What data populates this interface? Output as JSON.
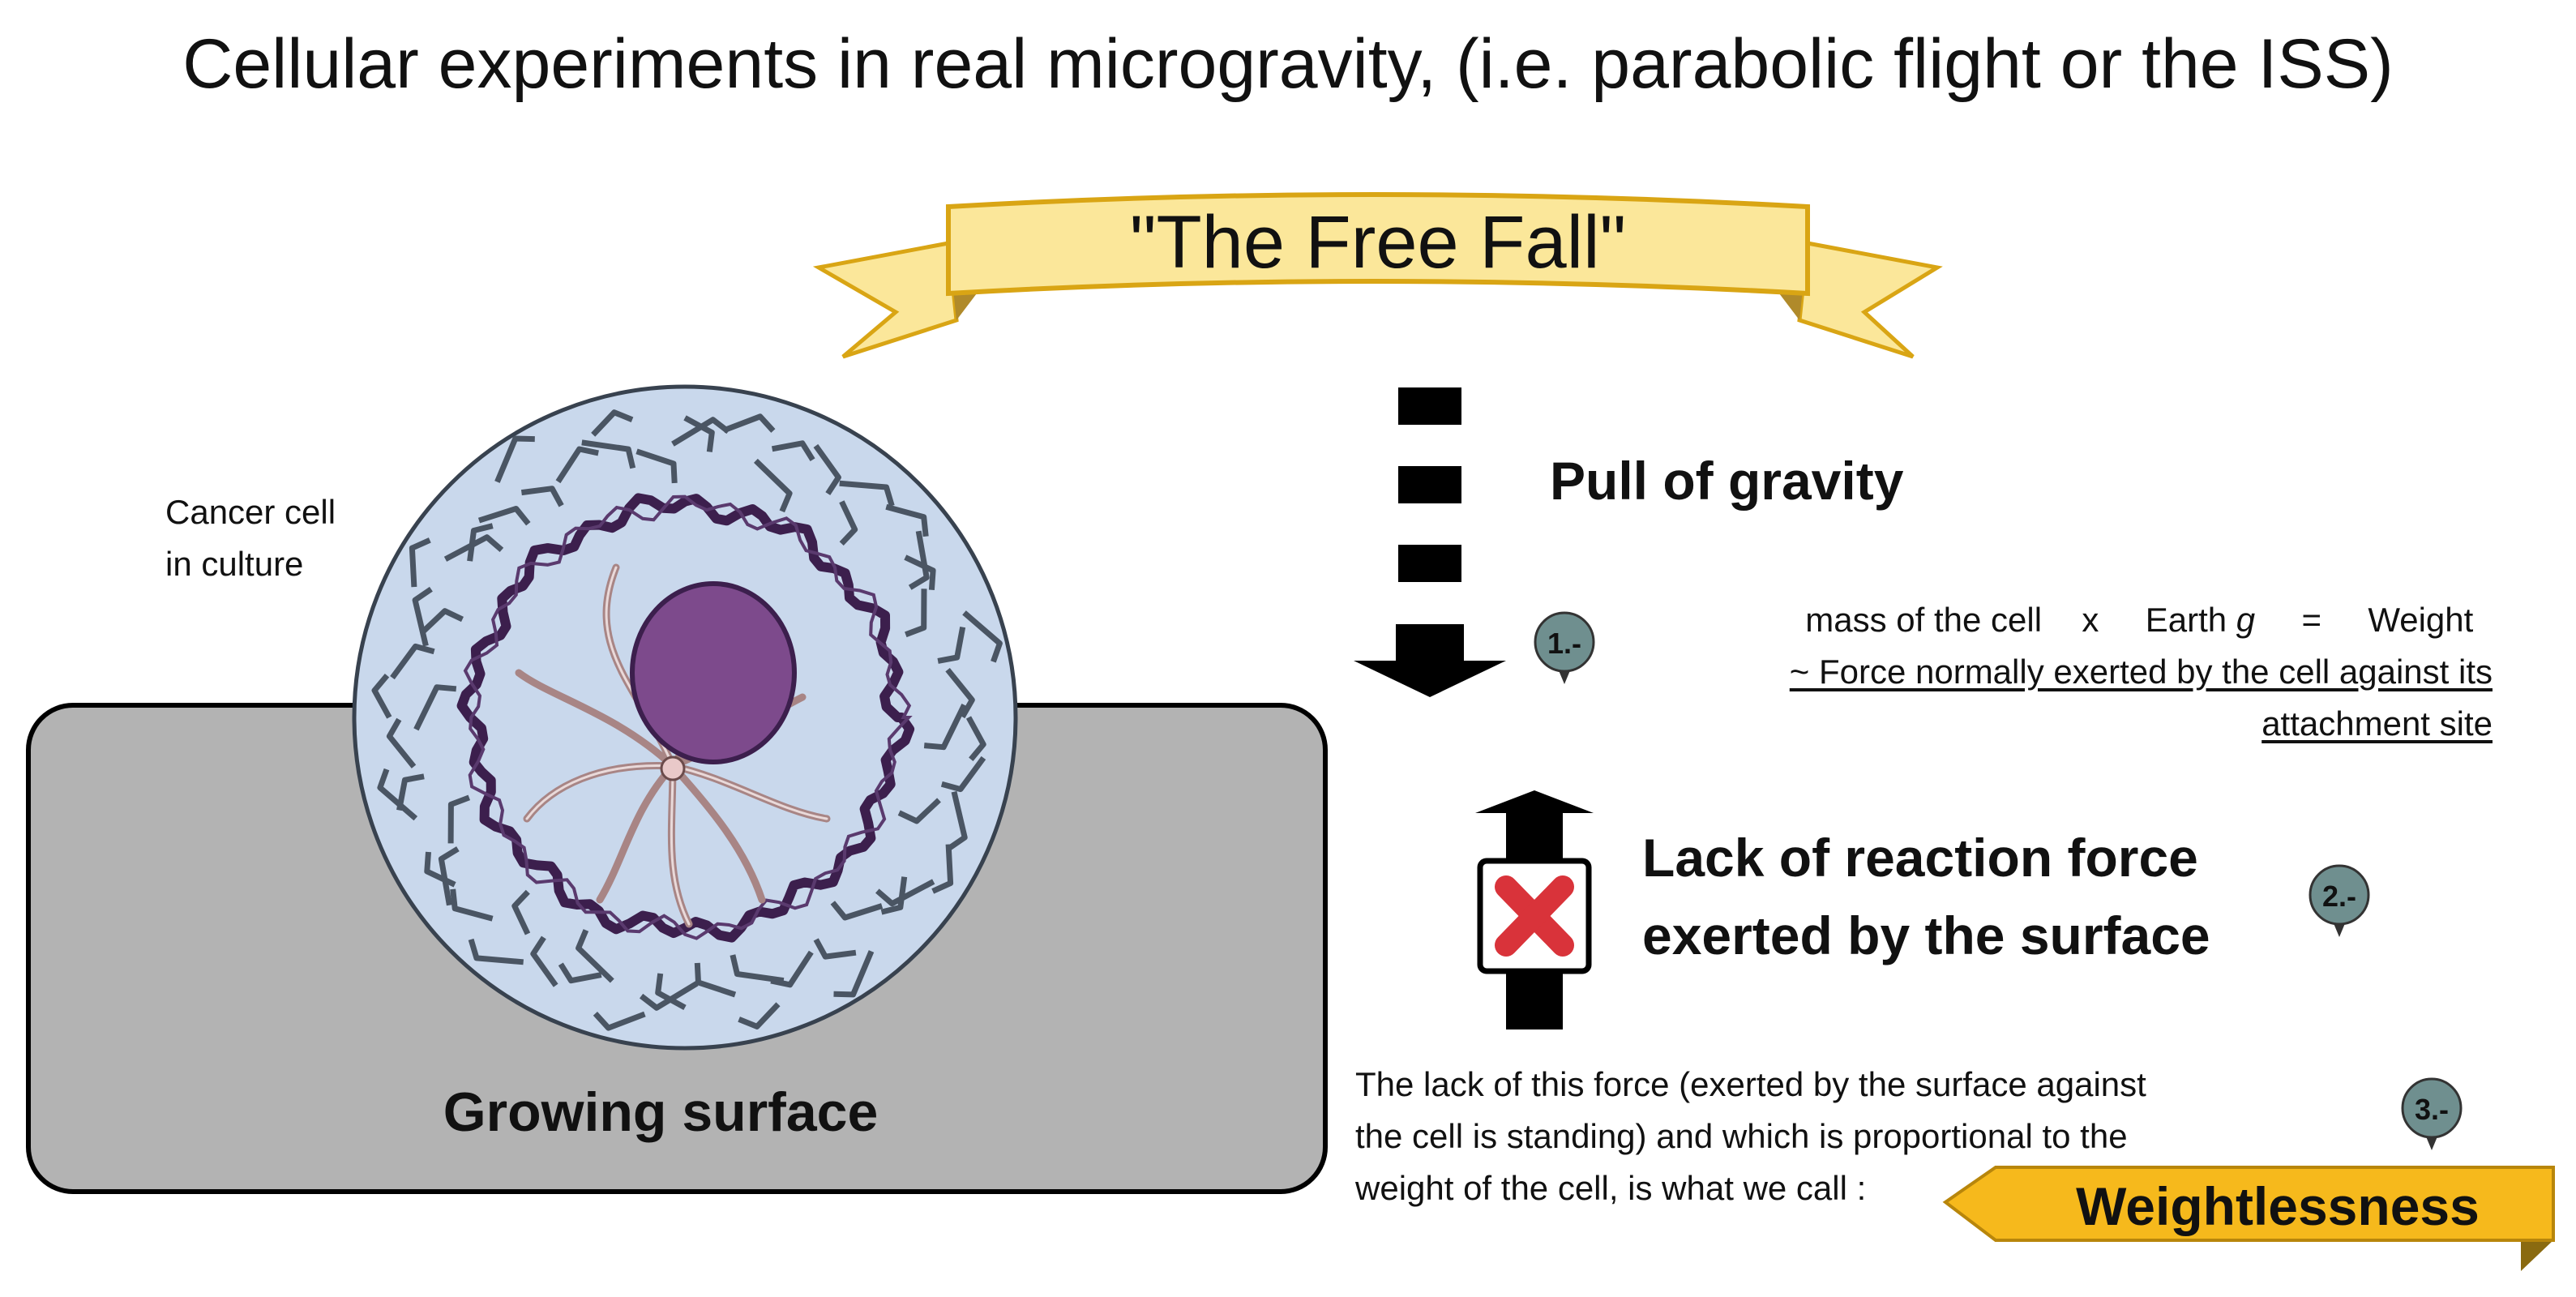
{
  "title": "Cellular experiments in real microgravity, (i.e. parabolic flight or the ISS)",
  "banner": {
    "text": "\"The Free Fall\""
  },
  "cell": {
    "label_line1": "Cancer cell",
    "label_line2": "in culture",
    "surface_label": "Growing surface"
  },
  "gravity": {
    "label": "Pull of gravity",
    "badge": "1.-",
    "formula": {
      "mass": "mass of the cell",
      "times": "x",
      "earth": "Earth",
      "g": "g",
      "equals": "=",
      "result": "Weight"
    },
    "note_line1": "~ Force normally exerted by the cell against its",
    "note_line2": "attachment site"
  },
  "reaction": {
    "line1": "Lack of reaction force",
    "line2": "exerted by the surface",
    "badge": "2.-"
  },
  "conclusion": {
    "line1": "The lack of this force (exerted by the surface against",
    "line2": "the cell is standing) and which is proportional to the",
    "line3": "weight of the cell, is what we call :",
    "badge": "3.-",
    "tag": "Weightlessness"
  },
  "colors": {
    "banner_fill": "#fbe79a",
    "banner_stroke": "#d9a514",
    "cell_fill": "#c9d8ec",
    "nucleus": "#7d4a8c",
    "membrane": "#3c1f4d",
    "filaments": "#a88585",
    "cytoskeleton": "#4a5563",
    "surface_fill": "#b3b3b3",
    "badge_fill": "#6f8f8f",
    "tag_fill": "#f6b91c",
    "cross": "#d9333a"
  }
}
